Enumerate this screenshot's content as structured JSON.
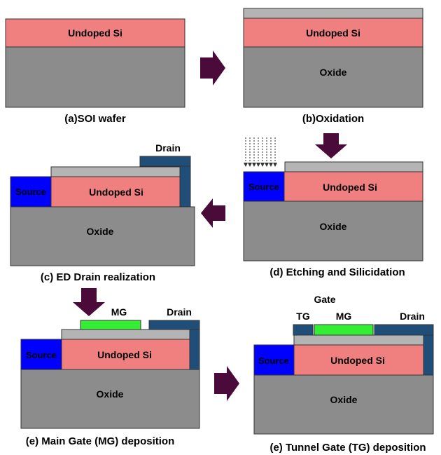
{
  "colors": {
    "oxide": "#8c8c8c",
    "silicon": "#f08080",
    "oxide_layer": "#b4b4b4",
    "source": "#0000ff",
    "drain": "#1f4e79",
    "main_gate": "#33ee33",
    "arrow": "#4a0a3a"
  },
  "labels": {
    "undoped_si": "Undoped Si",
    "oxide": "Oxide",
    "source": "Source",
    "drain": "Drain",
    "mg": "MG",
    "tg": "TG",
    "gate": "Gate"
  },
  "captions": {
    "a": "(a)SOI wafer",
    "b": "(b)Oxidation",
    "c": "(c) ED Drain realization",
    "d": "(d) Etching and Silicidation",
    "e": "(e) Main Gate (MG) deposition",
    "f": "(e) Tunnel Gate (TG) deposition"
  }
}
